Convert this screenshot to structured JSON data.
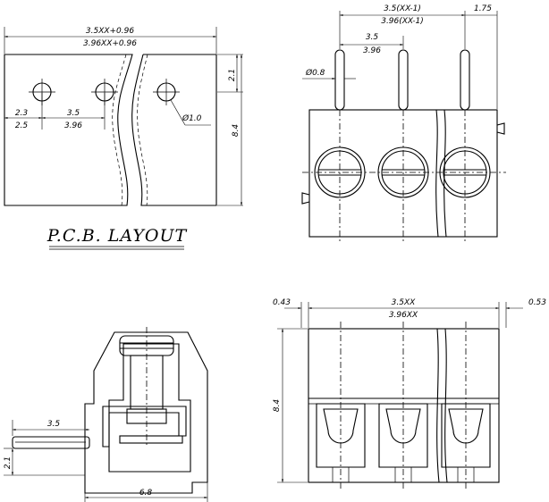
{
  "pcb_layout": {
    "title": "P.C.B. LAYOUT",
    "width_a": "3.5XX+0.96",
    "width_b": "3.96XX+0.96",
    "pitch_a": "3.5",
    "pitch_b": "3.96",
    "edge_a": "2.3",
    "edge_b": "2.5",
    "hole_dia": "Ø1.0",
    "top_offset": "2.1",
    "height": "8.4"
  },
  "front_view": {
    "total_a": "3.5(XX-1)",
    "total_b": "3.96(XX-1)",
    "pitch_a": "3.5",
    "pitch_b": "3.96",
    "pin_dia": "Ø0.8",
    "side_offset": "1.75"
  },
  "side_view": {
    "pin_length": "3.5",
    "pin_height": "2.1",
    "depth": "6.8"
  },
  "top_view": {
    "left_margin": "0.43",
    "right_margin": "0.53",
    "width_a": "3.5XX",
    "width_b": "3.96XX",
    "height": "8.4"
  }
}
